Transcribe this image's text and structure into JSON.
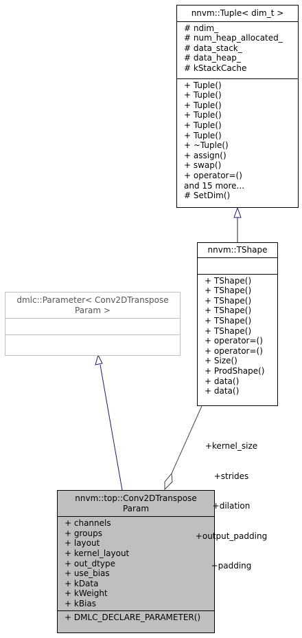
{
  "tuple": {
    "title": "nnvm::Tuple< dim_t >",
    "attributes": [
      "# ndim_",
      "# num_heap_allocated_",
      "# data_stack_",
      "# data_heap_",
      "# kStackCache"
    ],
    "methods": [
      "+ Tuple()",
      "+ Tuple()",
      "+ Tuple()",
      "+ Tuple()",
      "+ Tuple()",
      "+ Tuple()",
      "+ ~Tuple()",
      "+ assign()",
      "+ swap()",
      "+ operator=()",
      "and 15 more...",
      "# SetDim()"
    ]
  },
  "tshape": {
    "title": "nnvm::TShape",
    "attributes": [],
    "methods": [
      "+ TShape()",
      "+ TShape()",
      "+ TShape()",
      "+ TShape()",
      "+ TShape()",
      "+ TShape()",
      "+ operator=()",
      "+ operator=()",
      "+ Size()",
      "+ ProdShape()",
      "+ data()",
      "+ data()"
    ]
  },
  "parameter": {
    "title": "dmlc::Parameter< Conv2DTranspose\nParam >",
    "attributes": [],
    "methods": []
  },
  "conv": {
    "title": "nnvm::top::Conv2DTranspose\nParam",
    "attributes": [
      "+ channels",
      "+ groups",
      "+ layout",
      "+ kernel_layout",
      "+ out_dtype",
      "+ use_bias",
      "+ kData",
      "+ kWeight",
      "+ kBias"
    ],
    "methods": [
      "+ DMLC_DECLARE_PARAMETER()"
    ]
  },
  "edge_labels": {
    "shape_members": [
      "+kernel_size",
      "+strides",
      "+dilation",
      "+output_padding",
      "+padding"
    ]
  },
  "colors": {
    "inheritance_line": "#191970",
    "member_line": "#404040",
    "highlight_fill": "#bfbfbf"
  }
}
